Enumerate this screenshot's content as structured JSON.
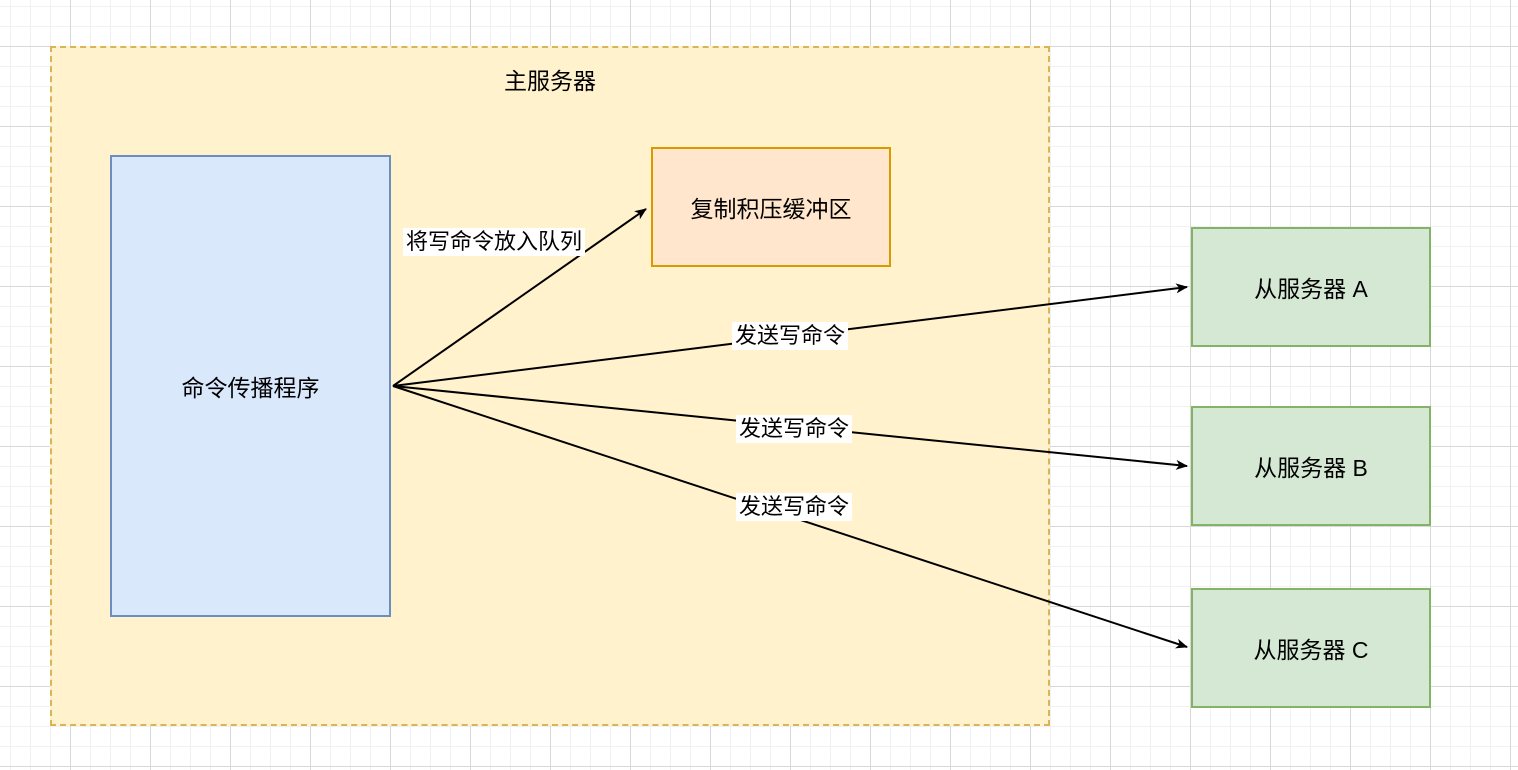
{
  "container": {
    "title": "主服务器"
  },
  "nodes": [
    {
      "id": "command-propagator",
      "label": "命令传播程序"
    },
    {
      "id": "replication-backlog-buffer",
      "label": "复制积压缓冲区"
    },
    {
      "id": "slave-server-a",
      "label": "从服务器 A"
    },
    {
      "id": "slave-server-b",
      "label": "从服务器 B"
    },
    {
      "id": "slave-server-c",
      "label": "从服务器 C"
    }
  ],
  "edges": [
    {
      "from": "command-propagator",
      "to": "replication-backlog-buffer",
      "label": "将写命令放入队列"
    },
    {
      "from": "command-propagator",
      "to": "slave-server-a",
      "label": "发送写命令"
    },
    {
      "from": "command-propagator",
      "to": "slave-server-b",
      "label": "发送写命令"
    },
    {
      "from": "command-propagator",
      "to": "slave-server-c",
      "label": "发送写命令"
    }
  ],
  "colors": {
    "container_fill": "#FFF2CC",
    "container_stroke": "#D6B656",
    "propagator_fill": "#DAE8FC",
    "propagator_stroke": "#6C8EBF",
    "buffer_fill": "#FFE6CC",
    "buffer_stroke": "#D79B00",
    "slave_fill": "#D5E8D4",
    "slave_stroke": "#82B366",
    "arrow": "#000000"
  }
}
